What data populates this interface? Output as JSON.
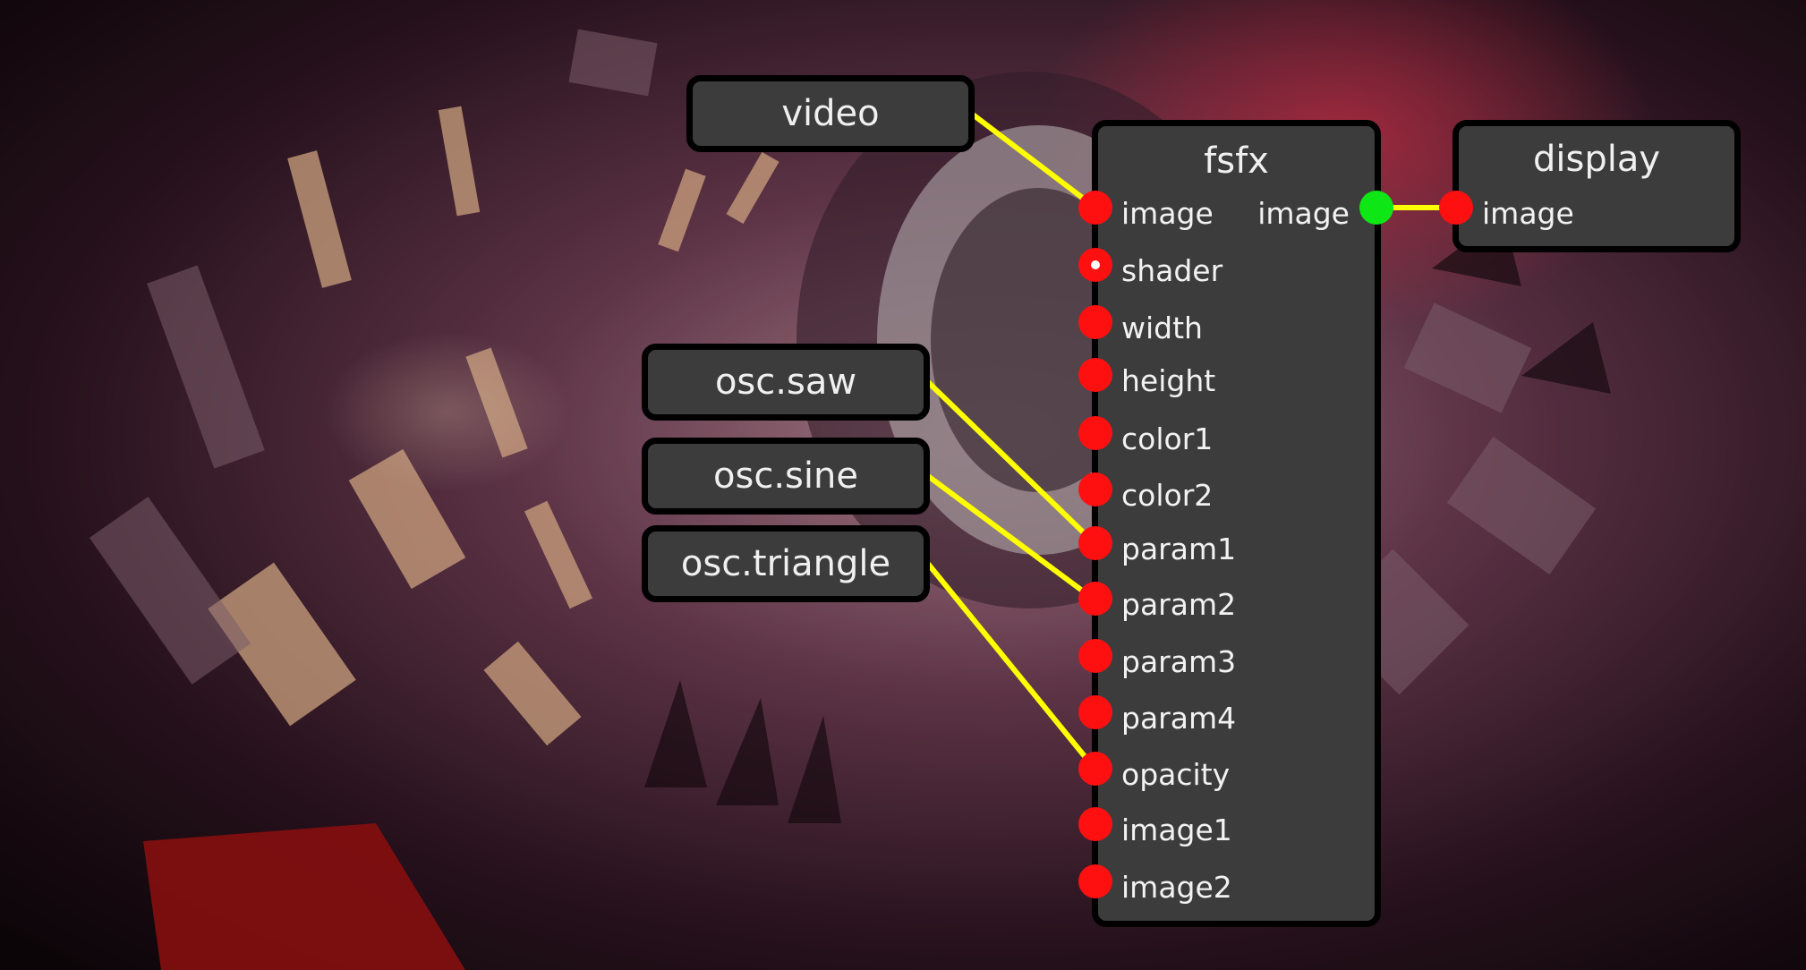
{
  "colors": {
    "node_fill": "#3c3c3c",
    "node_border": "#000000",
    "input_port": "#ff1010",
    "output_port": "#0ee615",
    "wire": "#ffff00",
    "text": "#f2f2f2"
  },
  "nodes": {
    "video": {
      "title": "video"
    },
    "osc_saw": {
      "title": "osc.saw"
    },
    "osc_sine": {
      "title": "osc.sine"
    },
    "osc_triangle": {
      "title": "osc.triangle"
    },
    "fsfx": {
      "title": "fsfx",
      "output": "image",
      "inputs": [
        "image",
        "shader",
        "width",
        "height",
        "color1",
        "color2",
        "param1",
        "param2",
        "param3",
        "param4",
        "opacity",
        "image1",
        "image2"
      ]
    },
    "display": {
      "title": "display",
      "inputs": [
        "image"
      ]
    }
  },
  "connections": [
    {
      "from": "video",
      "to": "fsfx.image"
    },
    {
      "from": "osc.saw",
      "to": "fsfx.param1"
    },
    {
      "from": "osc.sine",
      "to": "fsfx.param2"
    },
    {
      "from": "osc.triangle",
      "to": "fsfx.opacity"
    },
    {
      "from": "fsfx.image",
      "to": "display.image"
    }
  ]
}
